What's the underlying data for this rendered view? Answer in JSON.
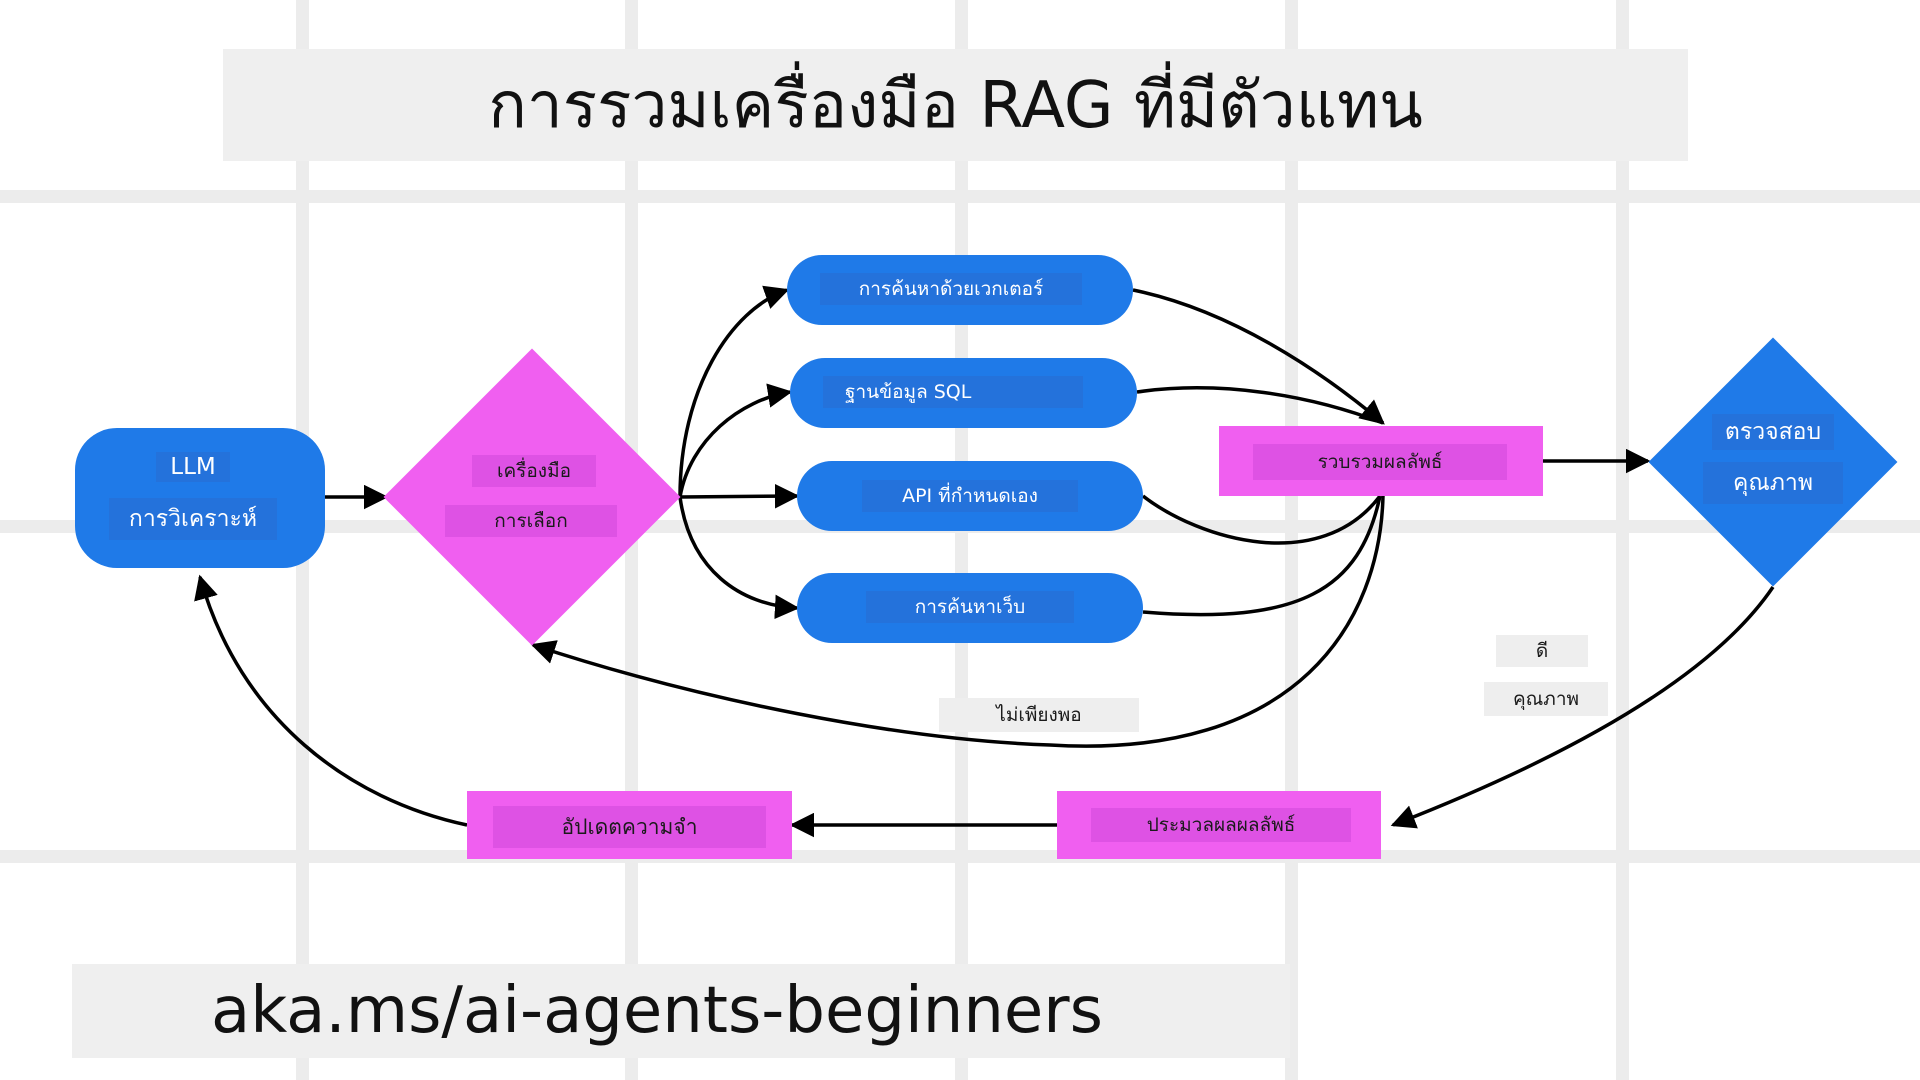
{
  "title": "การรวมเครื่องมือ RAG ที่มีตัวแทน",
  "footer": "aka.ms/ai-agents-beginners",
  "colors": {
    "blue": "#1f7ae8",
    "pink": "#f05ff0",
    "grid": "#ececec",
    "banner": "#efefef"
  },
  "nodes": {
    "llm": {
      "line1": "LLM",
      "line2": "การวิเคราะห์"
    },
    "tool_select": {
      "line1": "เครื่องมือ",
      "line2": "การเลือก"
    },
    "vector_search": "การค้นหาด้วยเวกเตอร์",
    "sql_db": "ฐานข้อมูล SQL",
    "custom_api": "API ที่กำหนดเอง",
    "web_search": "การค้นหาเว็บ",
    "combine_results": "รวบรวมผลลัพธ์",
    "quality_check": {
      "line1": "ตรวจสอบ",
      "line2": "คุณภาพ"
    },
    "process_results": "ประมวลผลผลลัพธ์",
    "update_memory": "อัปเดตความจำ"
  },
  "edge_labels": {
    "insufficient": "ไม่เพียงพอ",
    "good": "ดี",
    "quality": "คุณภาพ"
  }
}
